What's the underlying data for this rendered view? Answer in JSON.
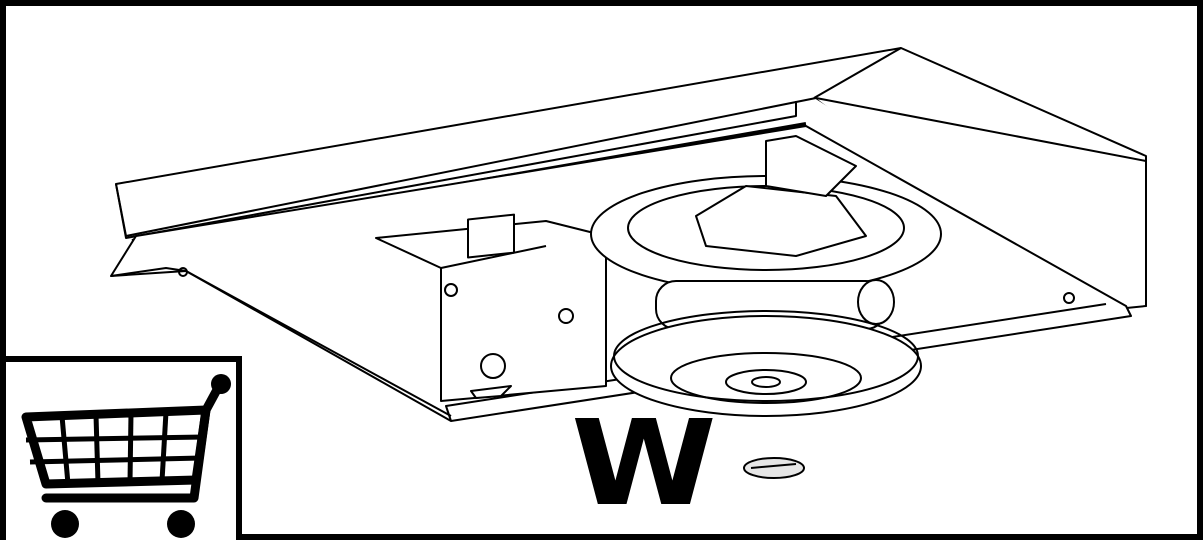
{
  "figure": {
    "callout_label": "W",
    "subject_icon": "range-hood-underside",
    "part_icon": "screw-cap"
  },
  "cart": {
    "icon": "shopping-cart-icon"
  },
  "colors": {
    "ink": "#000000",
    "paper": "#ffffff",
    "shade": "#e6e6e6"
  }
}
